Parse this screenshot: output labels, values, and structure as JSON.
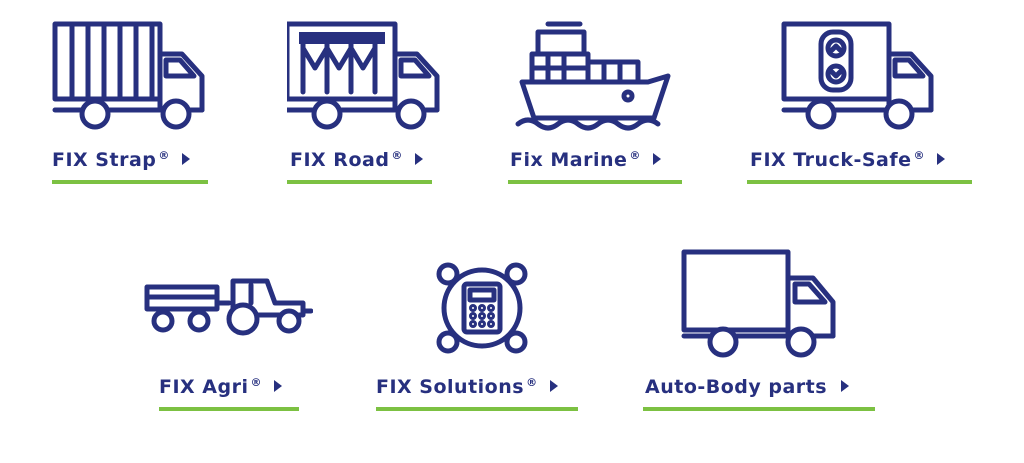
{
  "colors": {
    "navy": "#27307f",
    "green": "#7cc142"
  },
  "tiles": [
    {
      "label": "FIX Strap",
      "mark": "®",
      "icon": "truck-strap-icon"
    },
    {
      "label": "FIX Road",
      "mark": "®",
      "icon": "truck-road-icon"
    },
    {
      "label": "Fix Marine",
      "mark": "®",
      "icon": "ship-icon"
    },
    {
      "label": "FIX Truck-Safe",
      "mark": "®",
      "icon": "truck-safe-icon"
    },
    {
      "label": "FIX Agri",
      "mark": "®",
      "icon": "tractor-icon"
    },
    {
      "label": "FIX Solutions",
      "mark": "®",
      "icon": "control-panel-icon"
    },
    {
      "label": "Auto-Body parts",
      "mark": "",
      "icon": "box-truck-icon"
    }
  ]
}
